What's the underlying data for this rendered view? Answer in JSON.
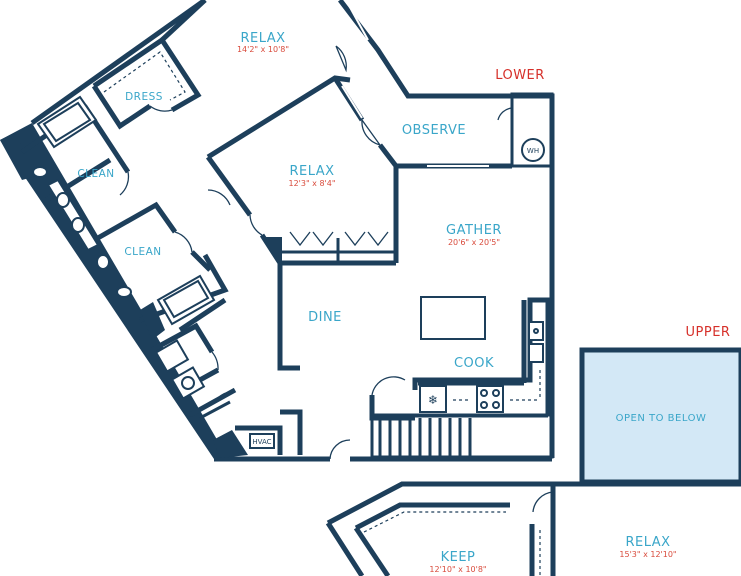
{
  "levels": {
    "lower": "LOWER",
    "upper": "UPPER"
  },
  "rooms": {
    "relax_top": {
      "name": "RELAX",
      "dim": "14'2\" x 10'8\""
    },
    "dress": {
      "name": "DRESS"
    },
    "observe": {
      "name": "OBSERVE"
    },
    "wh": {
      "name": "WH"
    },
    "clean_1": {
      "name": "CLEAN"
    },
    "clean_2": {
      "name": "CLEAN"
    },
    "relax_mid": {
      "name": "RELAX",
      "dim": "12'3\" x 8'4\""
    },
    "gather": {
      "name": "GATHER",
      "dim": "20'6\" x 20'5\""
    },
    "dine": {
      "name": "DINE"
    },
    "cook": {
      "name": "COOK"
    },
    "hvac": {
      "name": "HVAC"
    },
    "open_to_below": {
      "name": "OPEN TO BELOW"
    },
    "keep": {
      "name": "KEEP",
      "dim": "12'10\" x 10'8\""
    },
    "relax_upper": {
      "name": "RELAX",
      "dim": "15'3\" x 12'10\""
    }
  },
  "colors": {
    "wall": "#1d3f5b",
    "label": "#3aa6c9",
    "dimension": "#d94c3d",
    "level": "#d6302a",
    "open_fill": "#d3e8f6"
  }
}
